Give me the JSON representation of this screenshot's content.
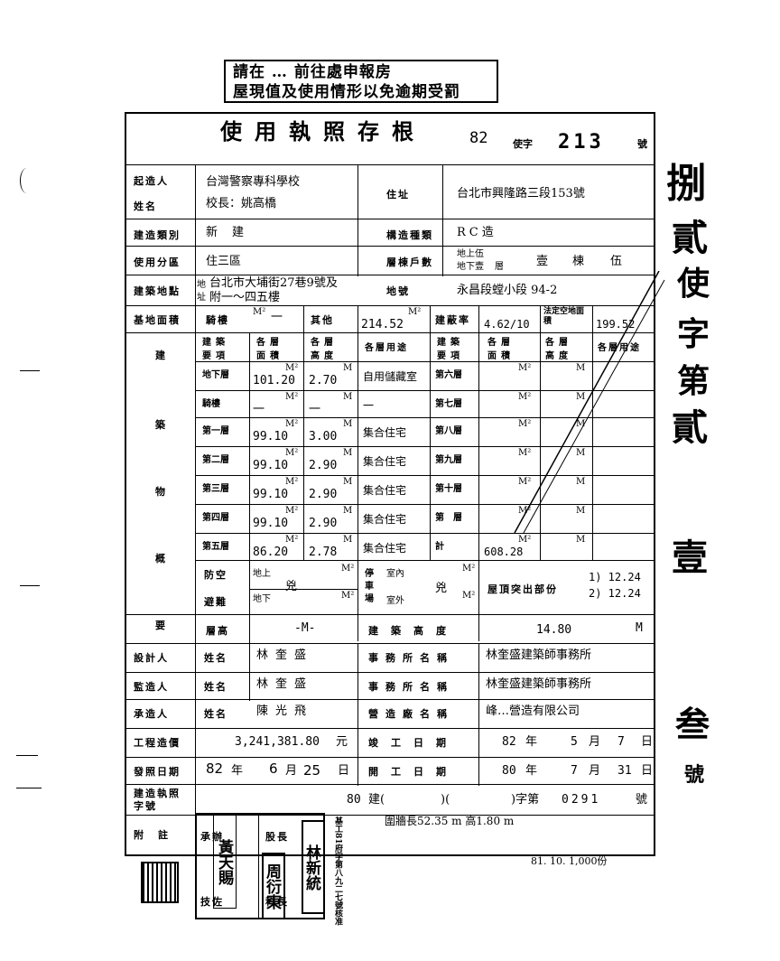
{
  "stamp": {
    "line1": "請在 … 前往處申報房",
    "line2": "屋現值及使用情形以免逾期受罰"
  },
  "header": {
    "title": "使用執照存根",
    "year": "82",
    "zi": "使字",
    "number": "213",
    "hao": "號"
  },
  "row_builder": {
    "label1": "起造人",
    "label2": "姓名",
    "value1": "台灣警察專科學校",
    "value2": "校長：姚高橋",
    "addr_label": "住址",
    "addr_value": "台北市興隆路三段153號"
  },
  "row_type": {
    "label": "建造類別",
    "value": "新建",
    "struct_label": "構造種類",
    "struct_value": "RC造"
  },
  "row_zone": {
    "label": "使用分區",
    "value": "住三區",
    "floors_label": "層棟戶數",
    "floors_above": "地上伍",
    "floors_below": "地下壹",
    "ceng": "層",
    "dong_count": "壹",
    "dong": "棟",
    "wei": "伍"
  },
  "row_site": {
    "label": "建築地點",
    "di": "地",
    "zhi": "址",
    "value1": "台北市大埔街27巷9號及",
    "value2": "附一～四五樓",
    "land_label": "地號",
    "land_value": "永昌段螳小段 94-2"
  },
  "row_area": {
    "label": "基地面積",
    "qilou": "騎樓",
    "qilou_val": "一",
    "other": "其他",
    "other_val": "214.52",
    "ratio_label": "建蔽率",
    "ratio_val": "4.62/10",
    "open_label": "法定空地面積",
    "open_val": "199.52",
    "unit": "M²"
  },
  "overview": {
    "side_label": [
      "建",
      "築",
      "物",
      "概",
      "要"
    ],
    "headers": [
      "建築要項",
      "各層面積",
      "各層高度",
      "各層用途",
      "建築要項",
      "各層面積",
      "各層高度",
      "各層用途"
    ],
    "rows": [
      {
        "floor": "地下層",
        "area": "101.20",
        "height": "2.70",
        "use": "自用儲藏室",
        "floor2": "第六層"
      },
      {
        "floor": "騎樓",
        "area": "一",
        "height": "一",
        "use": "一",
        "floor2": "第七層"
      },
      {
        "floor": "第一層",
        "area": "99.10",
        "height": "3.00",
        "use": "集合住宅",
        "floor2": "第八層"
      },
      {
        "floor": "第二層",
        "area": "99.10",
        "height": "2.90",
        "use": "集合住宅",
        "floor2": "第九層"
      },
      {
        "floor": "第三層",
        "area": "99.10",
        "height": "2.90",
        "use": "集合住宅",
        "floor2": "第十層"
      },
      {
        "floor": "第四層",
        "area": "99.10",
        "height": "2.90",
        "use": "集合住宅",
        "floor2": "第　層"
      },
      {
        "floor": "第五層",
        "area": "86.20",
        "height": "2.78",
        "use": "集合住宅",
        "floor2": "計",
        "total": "608.28"
      }
    ],
    "m2": "M²",
    "m": "M",
    "shelter_label": [
      "防空",
      "避難"
    ],
    "shelter_above": "地上",
    "shelter_below": "地下",
    "shelter_val": "兇",
    "parking_label": [
      "停",
      "車",
      "場"
    ],
    "parking_in": "室內",
    "parking_out": "室外",
    "parking_val": "兇",
    "roof_label": "屋頂突出部份",
    "roof_1": "1) 12.24",
    "roof_2": "2) 12.24",
    "ceng_gao_label": "層高",
    "ceng_gao_val": "-M-",
    "bldg_height_label": "建築高度",
    "bldg_height_val": "14.80",
    "bldg_height_unit": "M"
  },
  "designer": {
    "label": "設計人",
    "name_label": "姓名",
    "name": "林奎盛",
    "office_label": "事務所名稱",
    "office": "林奎盛建築師事務所"
  },
  "supervisor": {
    "label": "監造人",
    "name_label": "姓名",
    "name": "林奎盛",
    "office_label": "事務所名稱",
    "office": "林奎盛建築師事務所"
  },
  "contractor": {
    "label": "承造人",
    "name_label": "姓名",
    "name": "陳光飛",
    "office_label": "營造廠名稱",
    "office": "峰…營造有限公司"
  },
  "cost": {
    "label": "工程造價",
    "value": "3,241,381.80",
    "yuan": "元",
    "done_label": "竣工日期",
    "done_year": "82",
    "done_month": "5",
    "done_day": "7",
    "nian": "年",
    "yue": "月",
    "ri": "日"
  },
  "issue": {
    "label": "發照日期",
    "year": "82",
    "month": "6",
    "day": "25",
    "start_label": "開工日期",
    "start_year": "80",
    "start_month": "7",
    "start_day": "31"
  },
  "permit": {
    "label1": "建造執照",
    "label2": "字號",
    "year": "80",
    "jian": "建(",
    "paren_mid": ")(",
    "zidi": ")字第",
    "number": "0291",
    "hao": "號"
  },
  "remarks": {
    "label": "附註",
    "wall": "圍牆長52.35 m 高1.80 m"
  },
  "signatures": {
    "cells": [
      "承辦",
      "技佐",
      "股長",
      "科長"
    ],
    "names": [
      "黃天賜",
      "周衍東",
      "林新統"
    ],
    "stamp_text": "基工81府字第八九二七號核准"
  },
  "footer": {
    "print": "81. 10. 1,000份"
  },
  "side_text": {
    "chars": [
      "捌",
      "貳",
      "使",
      "字",
      "第",
      "貳",
      "壹"
    ],
    "bottom": "叁",
    "hao": "號"
  }
}
